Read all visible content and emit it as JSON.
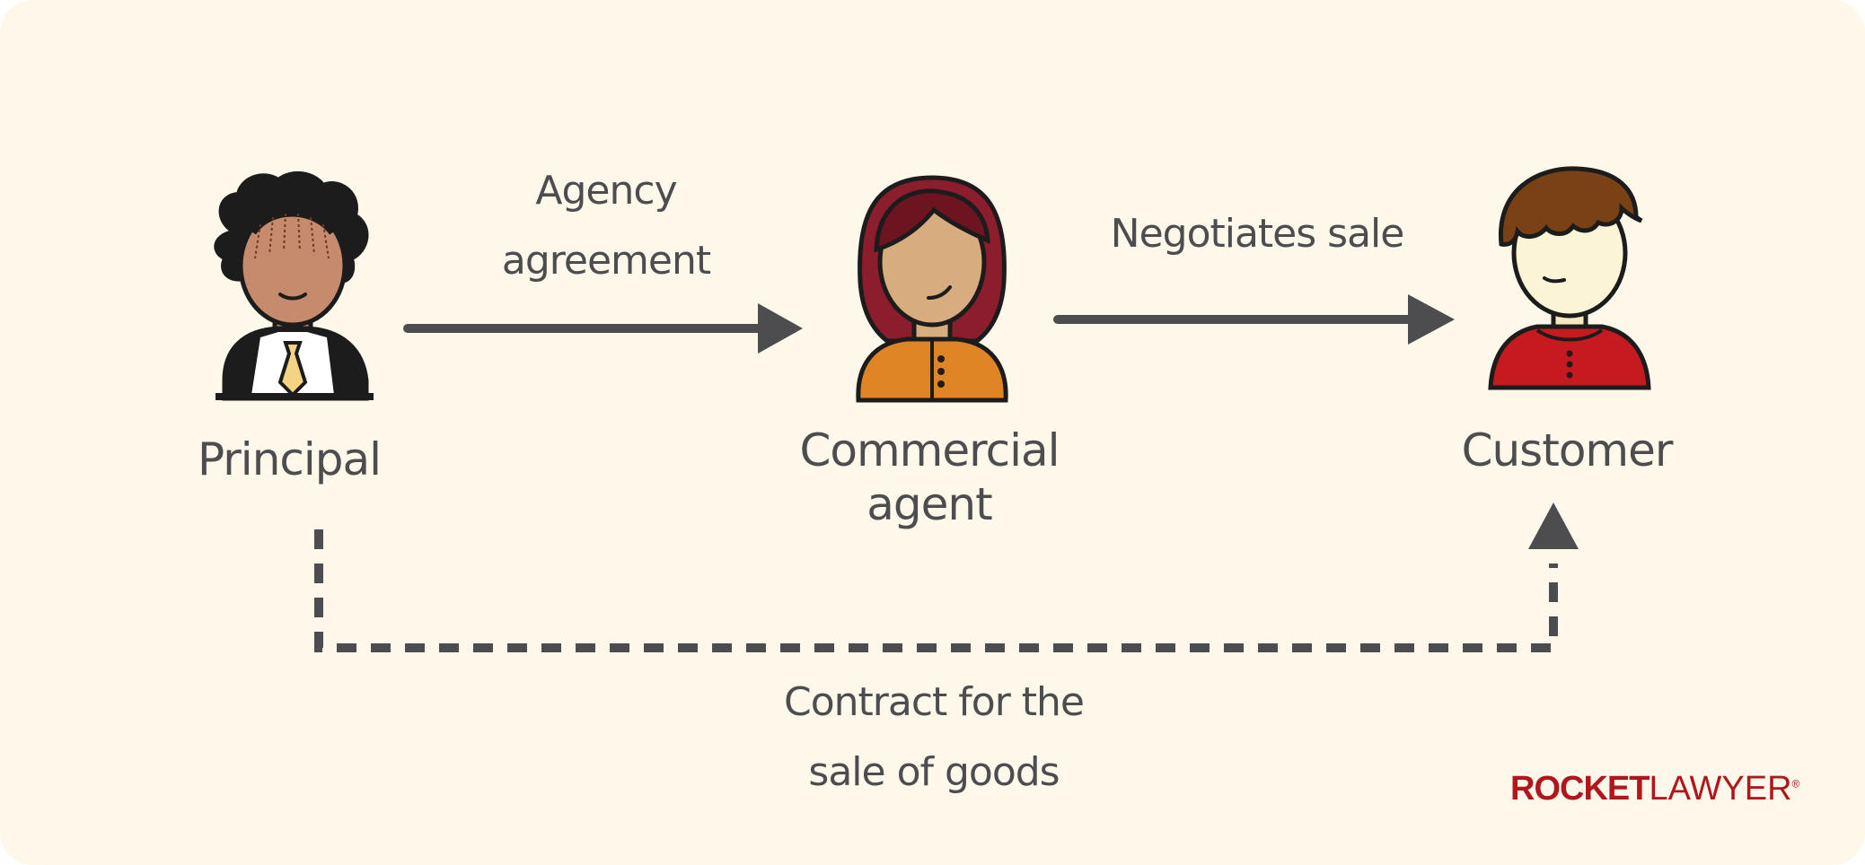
{
  "diagram": {
    "nodes": [
      {
        "id": "principal",
        "label": "Principal",
        "icon": "principal-avatar-icon"
      },
      {
        "id": "commercial_agent",
        "label_line1": "Commercial",
        "label_line2": "agent",
        "icon": "agent-avatar-icon"
      },
      {
        "id": "customer",
        "label": "Customer",
        "icon": "customer-avatar-icon"
      }
    ],
    "edges": [
      {
        "from": "principal",
        "to": "commercial_agent",
        "style": "solid",
        "label_line1": "Agency",
        "label_line2": "agreement"
      },
      {
        "from": "commercial_agent",
        "to": "customer",
        "style": "solid",
        "label": "Negotiates sale"
      },
      {
        "from": "principal",
        "to": "customer",
        "style": "dashed",
        "label_line1": "Contract for the",
        "label_line2": "sale of goods"
      }
    ]
  },
  "brand": {
    "name_bold": "ROCKET",
    "name_light": "LAWYER",
    "mark": "®"
  },
  "colors": {
    "background": "#fdf8ea",
    "text": "#4d4d4f",
    "arrow": "#4d4d4f",
    "brand": "#b0171d"
  }
}
